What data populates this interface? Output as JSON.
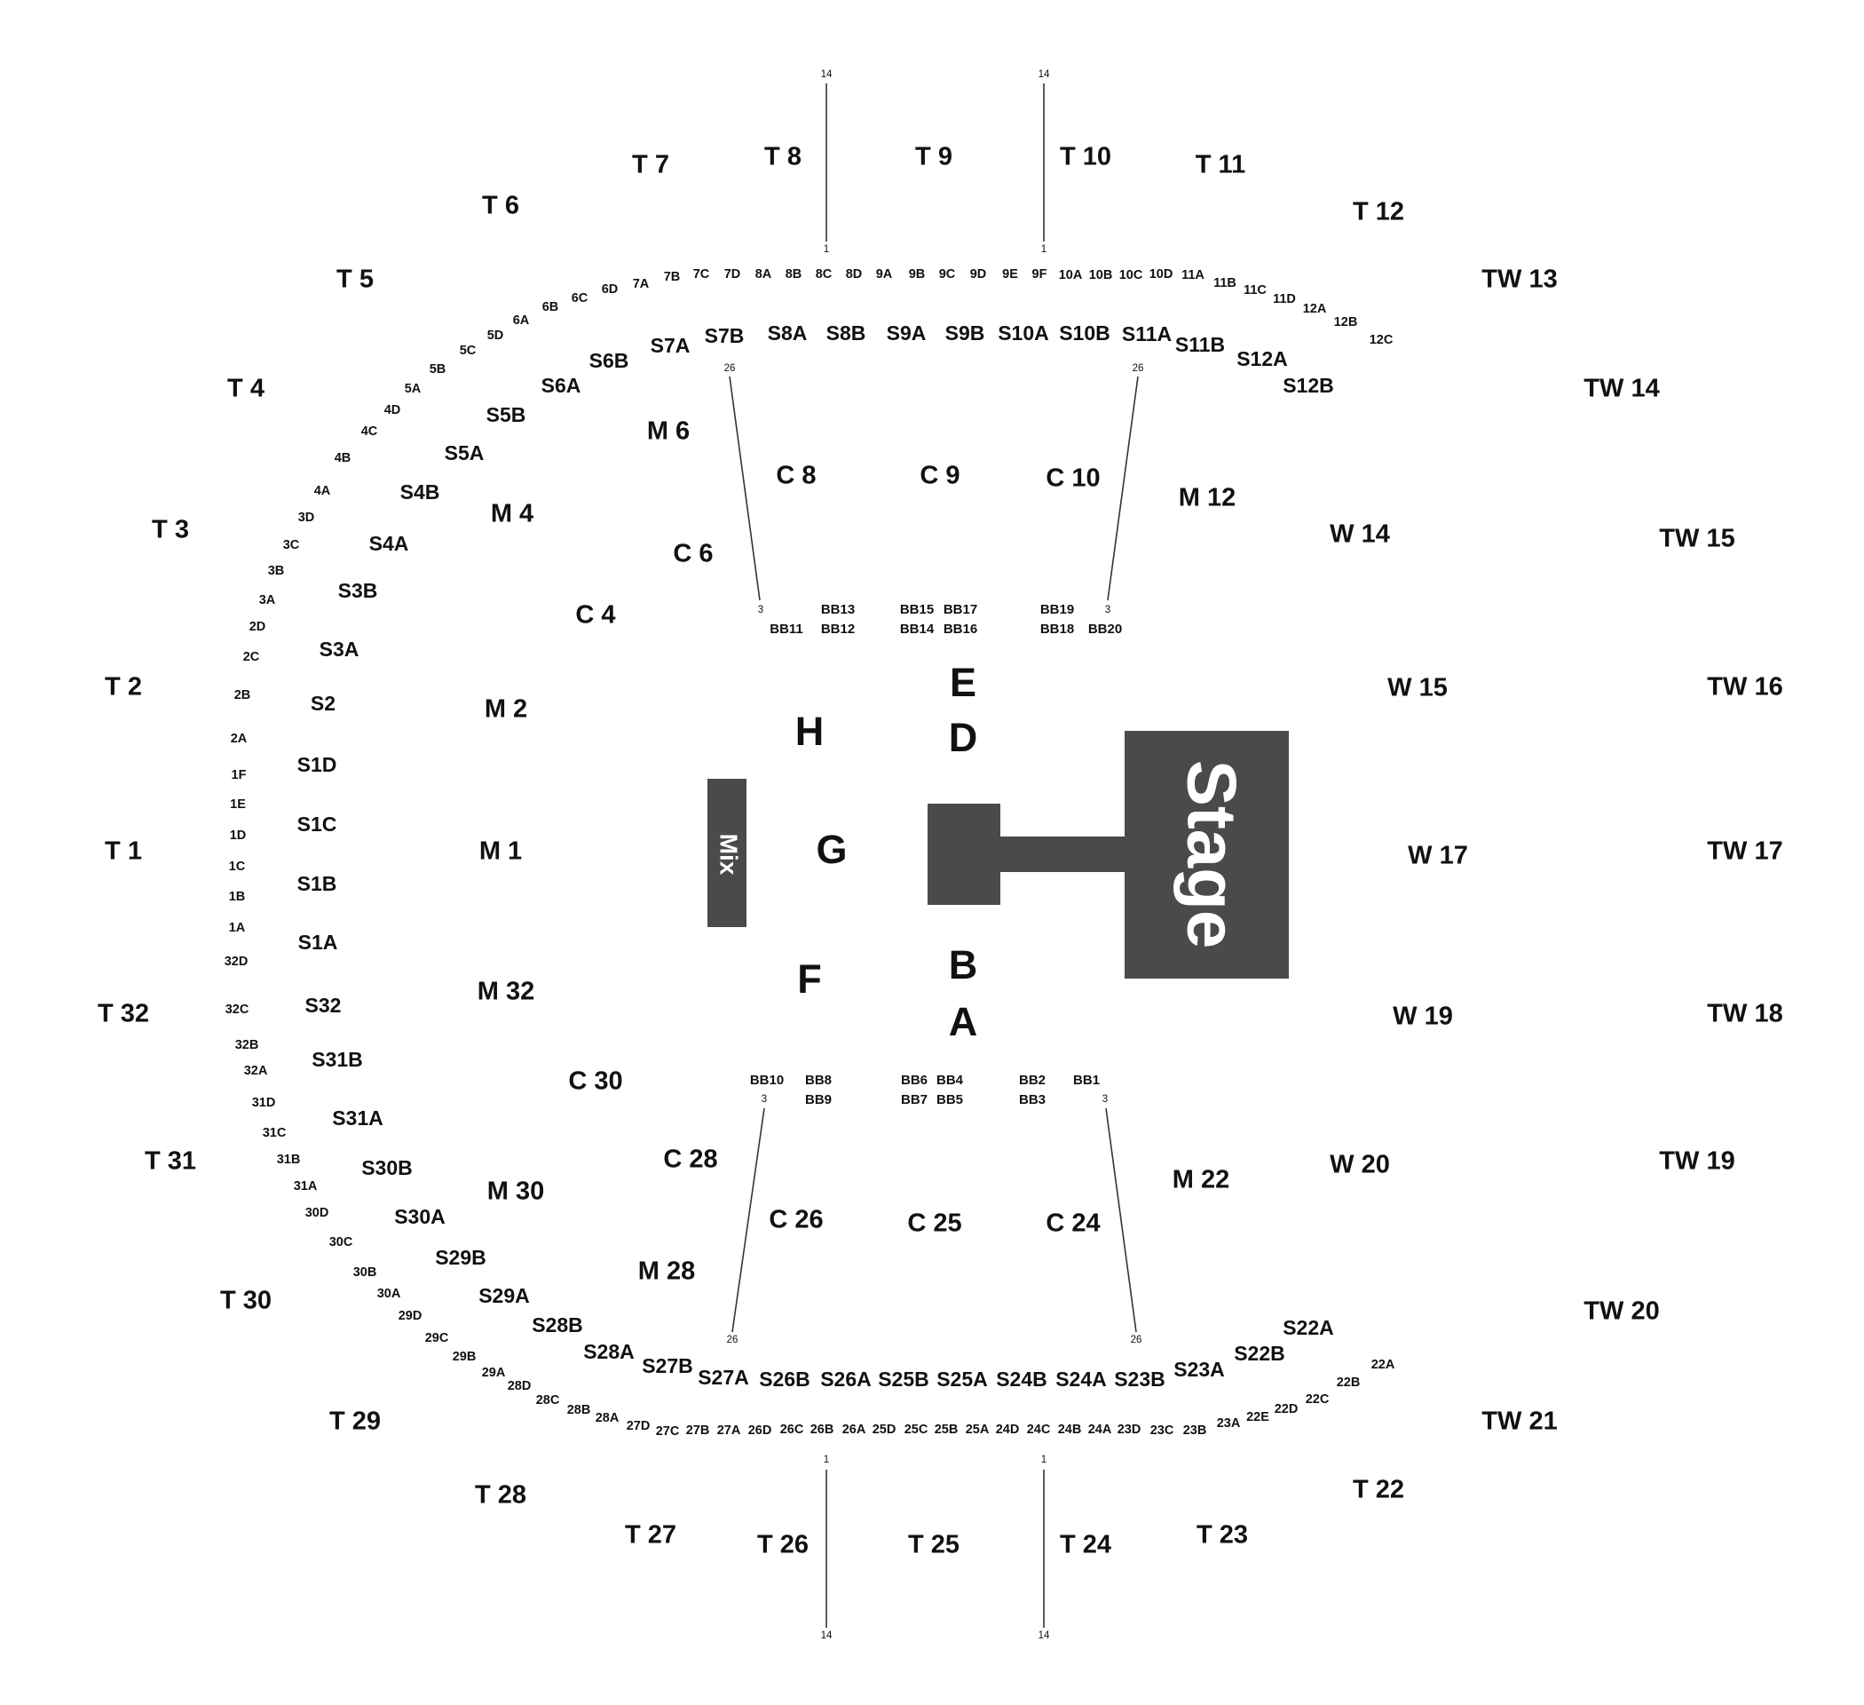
{
  "stage": {
    "label": "Stage"
  },
  "mix": {
    "label": "Mix"
  },
  "floor_sections": [
    "E",
    "D",
    "H",
    "G",
    "F",
    "B",
    "A"
  ],
  "upper_sections": [
    "T 1",
    "T 2",
    "T 3",
    "T 4",
    "T 5",
    "T 6",
    "T 7",
    "T 8",
    "T 9",
    "T 10",
    "T 11",
    "T 12",
    "TW 13",
    "TW 14",
    "TW 15",
    "TW 16",
    "TW 17",
    "TW 18",
    "TW 19",
    "TW 20",
    "TW 21",
    "T 22",
    "T 23",
    "T 24",
    "T 25",
    "T 26",
    "T 27",
    "T 28",
    "T 29",
    "T 30",
    "T 31",
    "T 32"
  ],
  "middle_sections": [
    "M 1",
    "M 2",
    "M 4",
    "M 6",
    "M 12",
    "M 22",
    "M 28",
    "M 30",
    "M 32"
  ],
  "wing_sections": [
    "W 14",
    "W 15",
    "W 17",
    "W 19",
    "W 20"
  ],
  "club_sections": [
    "C 4",
    "C 6",
    "C 8",
    "C 9",
    "C 10",
    "C 24",
    "C 25",
    "C 26",
    "C 28",
    "C 30"
  ],
  "suites_north": [
    "S1A",
    "S1B",
    "S1C",
    "S1D",
    "S2",
    "S3A",
    "S3B",
    "S4A",
    "S4B",
    "S5A",
    "S5B",
    "S6A",
    "S6B",
    "S7A",
    "S7B",
    "S8A",
    "S8B",
    "S9A",
    "S9B",
    "S10A",
    "S10B",
    "S11A",
    "S11B",
    "S12A",
    "S12B"
  ],
  "suites_south": [
    "S22A",
    "S22B",
    "S23A",
    "S23B",
    "S24A",
    "S24B",
    "S25A",
    "S25B",
    "S26A",
    "S26B",
    "S27A",
    "S27B",
    "S28A",
    "S28B",
    "S29A",
    "S29B",
    "S30A",
    "S30B",
    "S31A",
    "S31B",
    "S32"
  ],
  "rows_north": [
    "1A",
    "1B",
    "1C",
    "1D",
    "1E",
    "1F",
    "2A",
    "2B",
    "2C",
    "2D",
    "3A",
    "3B",
    "3C",
    "3D",
    "4A",
    "4B",
    "4C",
    "4D",
    "5A",
    "5B",
    "5C",
    "5D",
    "6A",
    "6B",
    "6C",
    "6D",
    "7A",
    "7B",
    "7C",
    "7D",
    "8A",
    "8B",
    "8C",
    "8D",
    "9A",
    "9B",
    "9C",
    "9D",
    "9E",
    "9F",
    "10A",
    "10B",
    "10C",
    "10D",
    "11A",
    "11B",
    "11C",
    "11D",
    "12A",
    "12B",
    "12C"
  ],
  "rows_south": [
    "32D",
    "32C",
    "32B",
    "32A",
    "31D",
    "31C",
    "31B",
    "31A",
    "30D",
    "30C",
    "30B",
    "30A",
    "29D",
    "29C",
    "29B",
    "29A",
    "28D",
    "28C",
    "28B",
    "28A",
    "27D",
    "27C",
    "27B",
    "27A",
    "26D",
    "26C",
    "26B",
    "26A",
    "25D",
    "25C",
    "25B",
    "25A",
    "24D",
    "24C",
    "24B",
    "24A",
    "23D",
    "23C",
    "23B",
    "23A",
    "22E",
    "22D",
    "22C",
    "22B",
    "22A"
  ],
  "boxes_north": [
    "BB11",
    "BB13",
    "BB12",
    "BB15",
    "BB17",
    "BB14",
    "BB16",
    "BB19",
    "BB18",
    "BB20"
  ],
  "boxes_south": [
    "BB10",
    "BB8",
    "BB9",
    "BB6",
    "BB4",
    "BB7",
    "BB5",
    "BB2",
    "BB1",
    "BB3"
  ],
  "aisle_numbers": [
    "14",
    "1",
    "14",
    "1",
    "26",
    "3",
    "26",
    "3",
    "3",
    "26",
    "3",
    "26",
    "1",
    "14",
    "1",
    "14"
  ]
}
